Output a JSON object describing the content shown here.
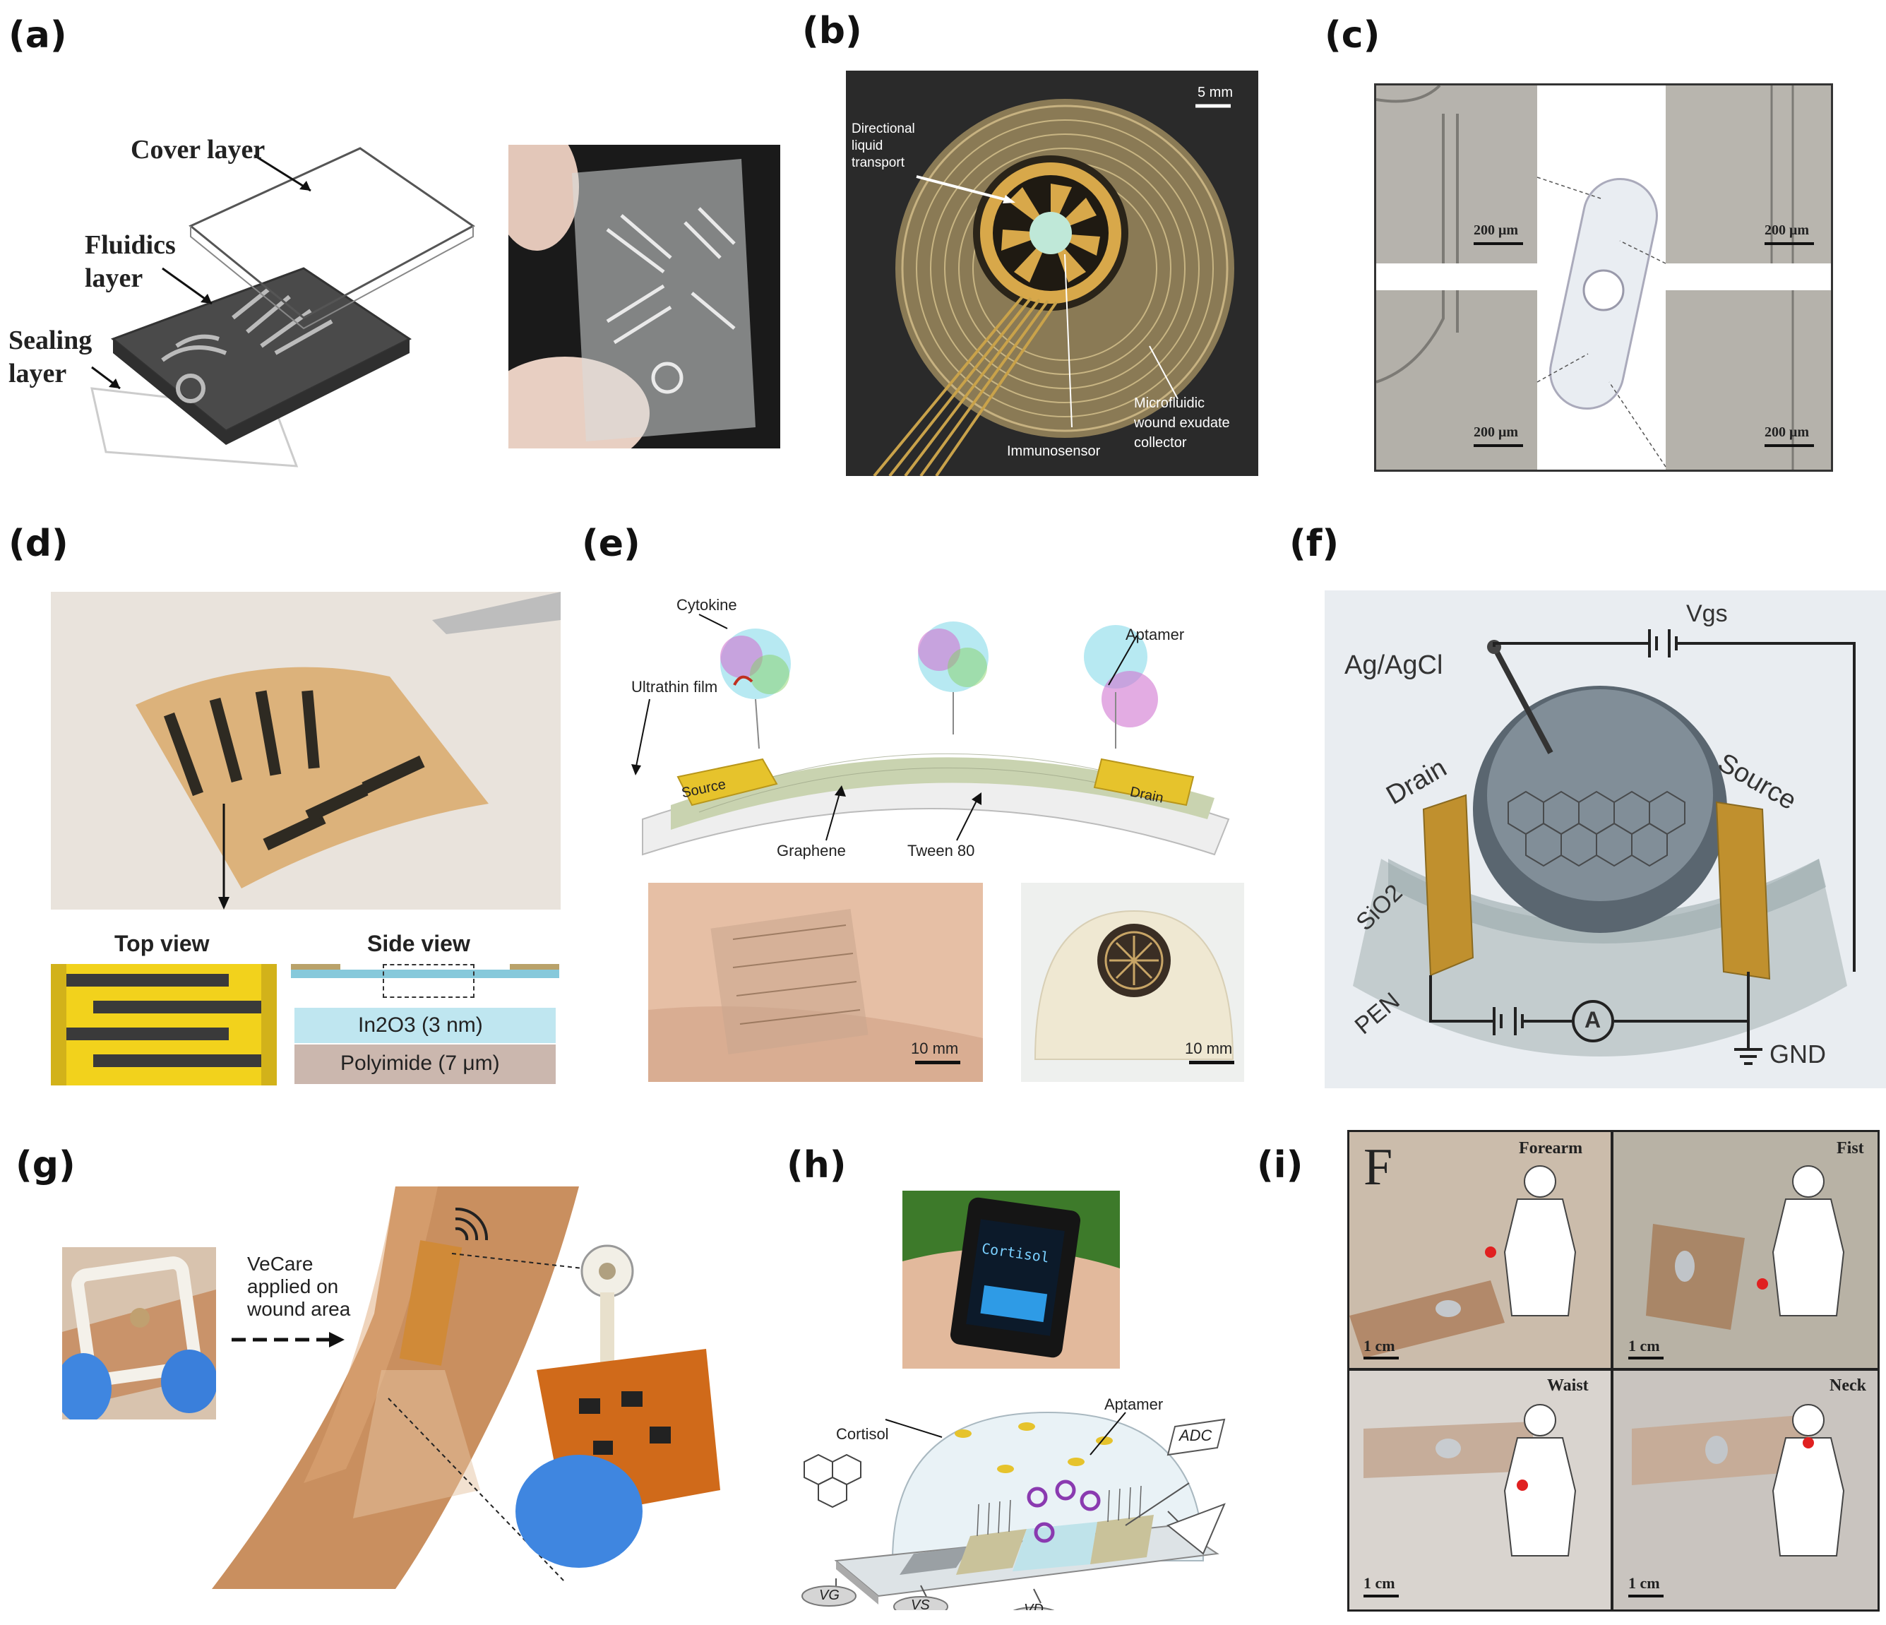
{
  "panels": {
    "a": {
      "label": "(a)",
      "cover": "Cover layer",
      "fluidics1": "Fluidics",
      "fluidics2": "layer",
      "sealing1": "Sealing",
      "sealing2": "layer"
    },
    "b": {
      "label": "(b)",
      "scale": "5 mm",
      "dir1": "Directional",
      "dir2": "liquid",
      "dir3": "transport",
      "immuno": "Immunosensor",
      "micro1": "Microfluidic",
      "micro2": "wound exudate",
      "micro3": "collector"
    },
    "c": {
      "label": "(c)",
      "scale": "200 μm"
    },
    "d": {
      "label": "(d)",
      "top": "Top view",
      "side": "Side view",
      "in2o3": "In2O3 (3 nm)",
      "poly": "Polyimide (7 μm)"
    },
    "e": {
      "label": "(e)",
      "cytokine": "Cytokine",
      "aptamer": "Aptamer",
      "film": "Ultrathin film",
      "source": "Source",
      "drain": "Drain",
      "graphene": "Graphene",
      "tween": "Tween 80",
      "scale": "10 mm"
    },
    "f": {
      "label": "(f)",
      "agcl": "Ag/AgCl",
      "vgs": "Vgs",
      "drain": "Drain",
      "source": "Source",
      "sio2": "SiO2",
      "pen": "PEN",
      "a": "A",
      "gnd": "GND"
    },
    "g": {
      "label": "(g)",
      "vecare1": "VeCare",
      "vecare2": "applied on",
      "vecare3": "wound area"
    },
    "h": {
      "label": "(h)",
      "screen": "Cortisol",
      "cortisol": "Cortisol",
      "aptamer": "Aptamer",
      "adc": "ADC",
      "vg": "VG",
      "vs": "VS",
      "vd": "VD"
    },
    "i": {
      "label": "(i)",
      "big": "F",
      "forearm": "Forearm",
      "fist": "Fist",
      "waist": "Waist",
      "neck": "Neck",
      "scale": "1 cm"
    }
  },
  "colors": {
    "gold": "#d6a640",
    "skin": "#c98f5f",
    "yellow": "#f2d21c",
    "cyan": "#b6e3ef",
    "tan": "#cbb7ae",
    "lightblue": "#bfe6f0"
  }
}
